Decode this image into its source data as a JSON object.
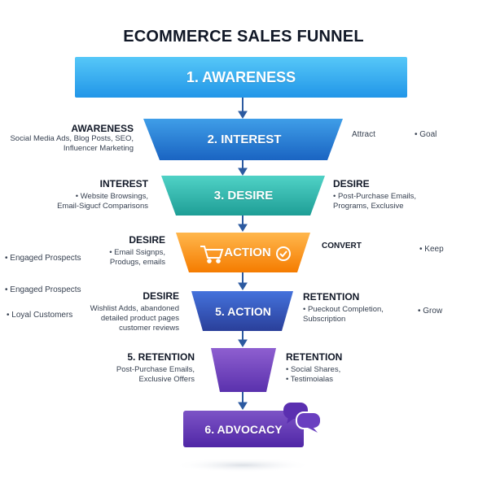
{
  "title": "ECOMMERCE SALES FUNNEL",
  "stages": [
    {
      "label": "1. AWARENESS",
      "color_top": "#4fc3f7",
      "color_bottom": "#1e88e5"
    },
    {
      "label": "2. INTEREST",
      "color_top": "#42a5f5",
      "color_bottom": "#1565c0"
    },
    {
      "label": "3. DESIRE",
      "color_top": "#4dd0c4",
      "color_bottom": "#1e9e96"
    },
    {
      "label": "ACTION",
      "color_top": "#ffb74d",
      "color_bottom": "#f57c00"
    },
    {
      "label": "5. ACTION",
      "color_top": "#3f6ad8",
      "color_bottom": "#28419b"
    },
    {
      "label": "",
      "color_top": "#7e57c2",
      "color_bottom": "#5e35b1"
    },
    {
      "label": "6. ADVOCACY",
      "color_top": "#7e57c2",
      "color_bottom": "#512da8"
    }
  ],
  "left_notes": [
    {
      "heading": "AWARENESS",
      "desc": [
        "Social Media Ads, Blog Posts, SEO,",
        "Influencer Marketing"
      ]
    },
    {
      "heading": "INTEREST",
      "desc": [
        "• Website Browsings,",
        "Email-Sigucf Comparisons"
      ]
    },
    {
      "heading": "DESIRE",
      "desc": [
        "• Email Ssignps,",
        "Produgs, emails"
      ]
    },
    {
      "heading": "DESIRE",
      "desc": [
        "Wishlist Adds, abandoned",
        "detailed product pages",
        "customer reviews"
      ]
    },
    {
      "heading": "5. RETENTION",
      "desc": [
        "Post-Purchase Emails,",
        "Exclusive Offers"
      ]
    }
  ],
  "right_notes": [
    {
      "heading": "Attract",
      "desc": []
    },
    {
      "heading": "DESIRE",
      "desc": [
        "• Post-Purchase Emails,",
        "Programs, Exclusive"
      ]
    },
    {
      "heading": "CONVERT",
      "desc": []
    },
    {
      "heading": "RETENTION",
      "desc": [
        "• Pueckout Completion,",
        "Subscription"
      ]
    },
    {
      "heading": "RETENTION",
      "desc": [
        "• Social Shares,",
        "• Testimoialas"
      ]
    }
  ],
  "far_left": [
    "• Engaged Prospects",
    "• Engaged Prospects",
    "• Loyal Customers"
  ],
  "far_right": [
    "• Goal",
    "• Keep",
    "• Grow"
  ],
  "icons": {
    "cart": "shopping-cart-icon",
    "check": "check-circle-icon",
    "chat": "chat-bubbles-icon"
  }
}
